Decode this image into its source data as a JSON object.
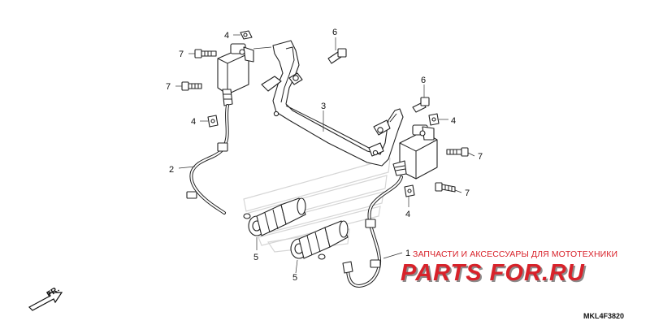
{
  "callouts": [
    {
      "id": "c1",
      "label": "1"
    },
    {
      "id": "c2",
      "label": "2"
    },
    {
      "id": "c3",
      "label": "3"
    },
    {
      "id": "c4a",
      "label": "4"
    },
    {
      "id": "c4b",
      "label": "4"
    },
    {
      "id": "c4c",
      "label": "4"
    },
    {
      "id": "c4d",
      "label": "4"
    },
    {
      "id": "c5a",
      "label": "5"
    },
    {
      "id": "c5b",
      "label": "5"
    },
    {
      "id": "c6a",
      "label": "6"
    },
    {
      "id": "c6b",
      "label": "6"
    },
    {
      "id": "c7a",
      "label": "7"
    },
    {
      "id": "c7b",
      "label": "7"
    },
    {
      "id": "c7c",
      "label": "7"
    },
    {
      "id": "c7d",
      "label": "7"
    }
  ],
  "direction_label": "FR.",
  "diagram_code": "MKL4F3820",
  "watermark": {
    "subtitle": "ЗАПЧАСТИ И АКСЕССУАРЫ ДЛЯ МОТОТЕХНИКИ",
    "brand": "PARTS FOR.RU",
    "color": "#d8222a"
  }
}
